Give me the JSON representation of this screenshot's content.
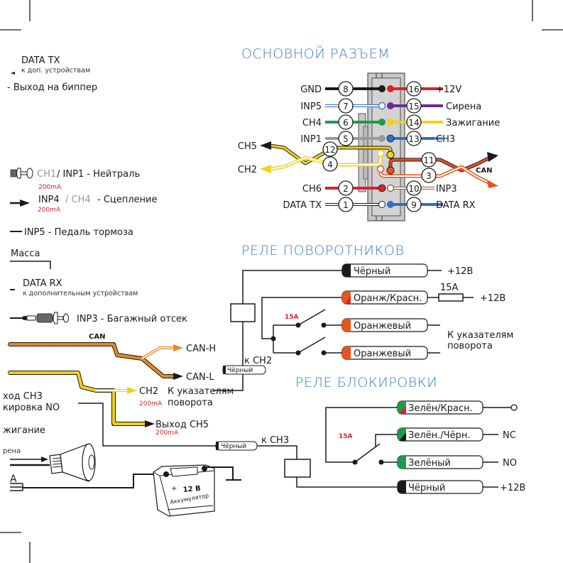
{
  "sections": {
    "main_connector": {
      "title": "ОСНОВНОЙ РАЗЪЕМ",
      "left_pins": [
        {
          "pin": "8",
          "label": "GND",
          "color": "#1a1a1a"
        },
        {
          "pin": "7",
          "label": "INP5",
          "color": "#ffffff",
          "stripe": "#2f6fc6"
        },
        {
          "pin": "6",
          "label": "CH4",
          "color": "#1f9a4a"
        },
        {
          "pin": "5",
          "label": "INP1",
          "color": "#999999"
        },
        {
          "pin": "12",
          "label": "CH5",
          "color": "#f1d21b",
          "stripe": "#1a1a1a"
        },
        {
          "pin": "4",
          "label": "CH2",
          "color": "#f1d21b",
          "stripe": "#ffffff"
        },
        {
          "pin": "2",
          "label": "CH6",
          "color": "#d8232a"
        },
        {
          "pin": "1",
          "label": "DATA TX",
          "color": "#ffffff"
        }
      ],
      "right_pins": [
        {
          "pin": "16",
          "label": "+12V",
          "color": "#d8232a"
        },
        {
          "pin": "15",
          "label": "Сирена",
          "color": "#6a2c91"
        },
        {
          "pin": "14",
          "label": "Зажигание",
          "color": "#f1d21b"
        },
        {
          "pin": "13",
          "label": "CH3",
          "color": "#2f6fc6"
        },
        {
          "pin": "11",
          "label": "CAN",
          "color": "#e8541d",
          "stripe": "#1a1a1a"
        },
        {
          "pin": "3",
          "label": "",
          "color": "#e8541d",
          "stripe": "#ffffff"
        },
        {
          "pin": "10",
          "label": "INP3",
          "color": "#ffffff",
          "stripe": "#8a5a2b"
        },
        {
          "pin": "9",
          "label": "DATA RX",
          "color": "#2f6fc6"
        }
      ]
    },
    "left_legend": {
      "data_tx": "DATA TX",
      "data_tx_sub": "к доп. устройствам",
      "beeper": "- Выход на биппер",
      "ch1_grey": "CH1",
      "inp1": "/ INP1 - Нейтраль",
      "ma1": "200mA",
      "inp4": "INP4",
      "ch4_grey": "/ CH4",
      "clutch": "- Сцепление",
      "ma2": "200mA",
      "inp5": "INP5 - Педаль тормоза",
      "ground": "Масса",
      "data_rx": "DATA RX",
      "data_rx_sub": "к дополнительным устройствам",
      "inp3": "INP3 - Багажный отсек",
      "can": "CAN",
      "can_h": "CAN-H",
      "can_l": "CAN-L",
      "ch2": "CH2",
      "ch2_ma": "200mA",
      "turn_signals_1": "К указателям",
      "turn_signals_2": "поворота",
      "ch5_out": "Выход CH5",
      "ch5_ma": "200mA",
      "ch3_out": "ход CH3",
      "block_no": "кировка NO",
      "ignition": "жигание",
      "siren": "рена",
      "a_label": "А",
      "battery_voltage": "12 В",
      "battery_name": "Аккумулятор",
      "battery_plus": "+"
    },
    "turn_relay": {
      "title": "РЕЛЕ ПОВОРОТНИКОВ",
      "wires": [
        {
          "label": "Чёрный",
          "tip_color": "#1a1a1a",
          "right": "+12В"
        },
        {
          "label": "Оранж/Красн.",
          "tip_color": "#e8541d",
          "tip_color2": "#d8232a",
          "fuse": "15A",
          "right": "+12В"
        },
        {
          "label": "Оранжевый",
          "tip_color": "#e8541d"
        },
        {
          "label": "Оранжевый",
          "tip_color": "#e8541d"
        }
      ],
      "switch_rating": "15A",
      "to_turn_1": "К указателям",
      "to_turn_2": "поворота",
      "to_ch": "к CH2",
      "coil_wire": "Чёрный"
    },
    "block_relay": {
      "title": "РЕЛЕ БЛОКИРОВКИ",
      "wires": [
        {
          "label": "Зелён/Красн.",
          "tip_color": "#1f9a4a",
          "tip_color2": "#d8232a",
          "right": ""
        },
        {
          "label": "Зелён./Чёрн.",
          "tip_color": "#1f9a4a",
          "tip_color2": "#1a1a1a",
          "right": "NC"
        },
        {
          "label": "Зелёный",
          "tip_color": "#1f9a4a",
          "right": "NO"
        },
        {
          "label": "Чёрный",
          "tip_color": "#1a1a1a",
          "right": "+12В"
        }
      ],
      "switch_rating": "15A",
      "to_ch": "к CH3",
      "coil_wire": "Чёрный"
    }
  },
  "colors": {
    "title_blue": "#3a7cc9",
    "accent_red": "#d8232a",
    "can_orange": "#e8891d",
    "twist_yellow": "#f1d21b"
  }
}
